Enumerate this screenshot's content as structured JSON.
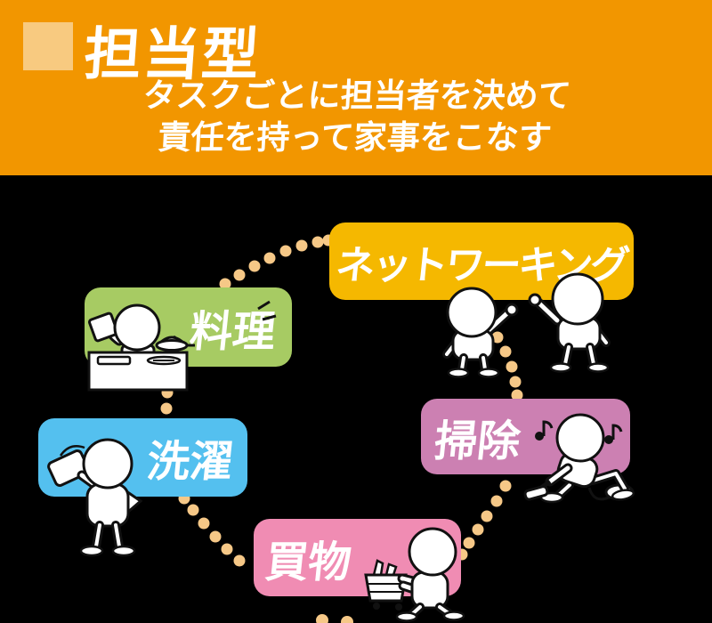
{
  "header": {
    "title": "担当型",
    "subtitle_line1": "タスクごとに担当者を決めて",
    "subtitle_line2": "責任を持って家事をこなす"
  },
  "tasks": [
    {
      "label": "ネットワーキング",
      "color": "#F5B800"
    },
    {
      "label": "料理",
      "color": "#A7CB63"
    },
    {
      "label": "洗濯",
      "color": "#54C0EF"
    },
    {
      "label": "掃除",
      "color": "#CC80B2"
    },
    {
      "label": "買物",
      "color": "#F08CB3"
    }
  ],
  "colors": {
    "header_background": "#F29600",
    "header_bullet": "#F8CA80",
    "canvas_background": "#000000",
    "dots": "#F6C887",
    "text": "#FFFFFF"
  }
}
